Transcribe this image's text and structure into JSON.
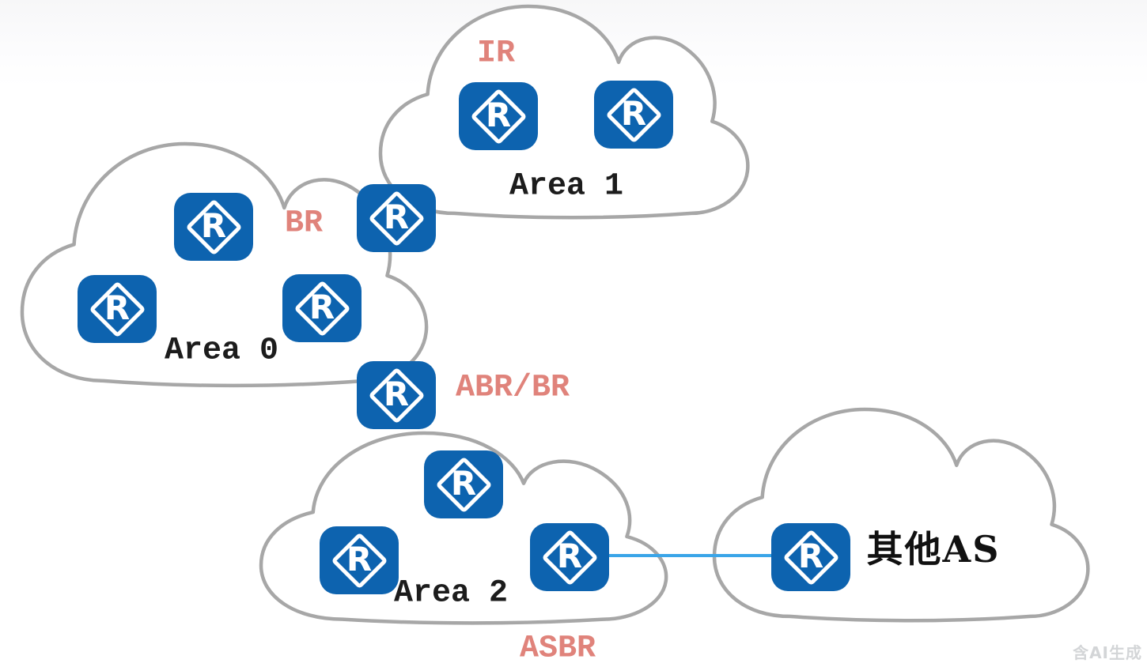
{
  "diagram": {
    "kind": "network-topology",
    "watermark": "含AI生成",
    "icons": {
      "router_glyph": "R"
    },
    "colors": {
      "router_blue": "#0d63af",
      "cloud_outline_gray": "#a7a7a7",
      "role_label_red": "#e0837b",
      "area_label_black": "#1c1c1c",
      "link_light_blue": "#3aa5e8",
      "background": "#ffffff"
    },
    "labels": {
      "area1": "Area 1",
      "area0": "Area 0",
      "area2": "Area 2",
      "other_as": "其他AS",
      "ir": "IR",
      "br": "BR",
      "abr_br": "ABR/BR",
      "asbr": "ASBR"
    }
  }
}
